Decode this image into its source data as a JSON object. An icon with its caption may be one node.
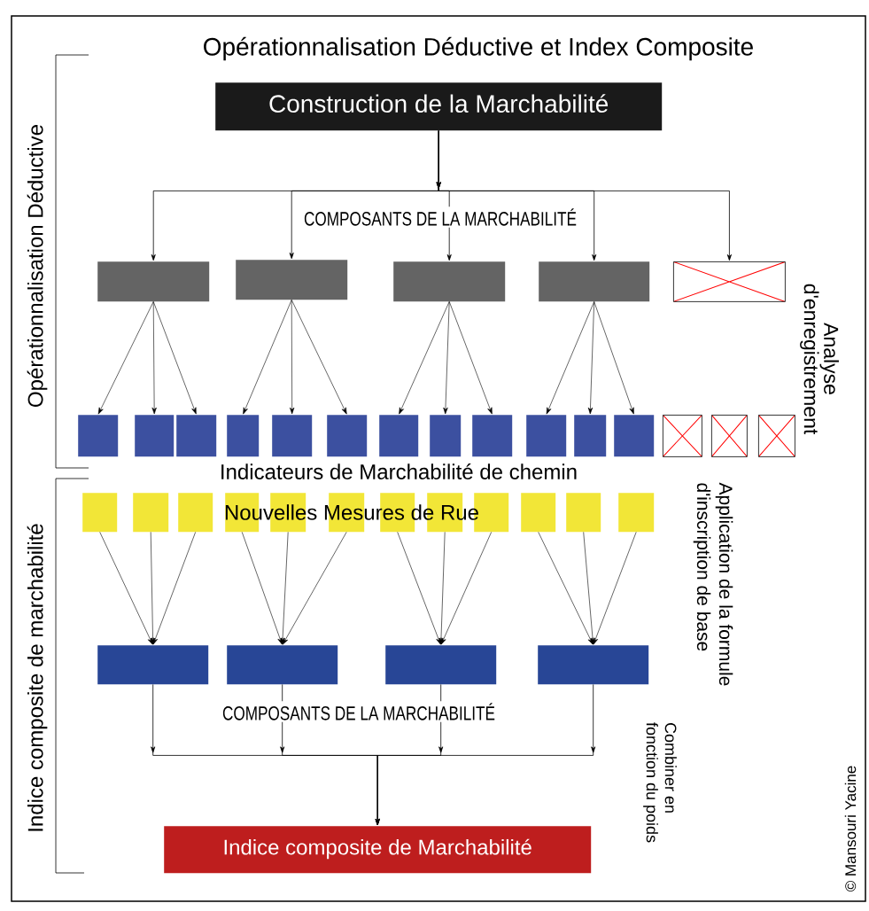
{
  "diagram": {
    "title": "Opérationnalisation Déductive et Index Composite",
    "nodes": [
      {
        "text": [
          "Construction de la Marchabilité"
        ]
      },
      {
        "text": [],
        "shape": "box"
      },
      {
        "text": [],
        "shape": "box"
      },
      {
        "text": [],
        "shape": "box"
      },
      {
        "text": [],
        "shape": "box"
      },
      {
        "text": [],
        "shape": "box"
      },
      {
        "text": [],
        "shape": "box"
      },
      {
        "text": [],
        "shape": "box"
      },
      {
        "text": [],
        "shape": "box"
      },
      {
        "text": [],
        "shape": "box"
      },
      {
        "text": [],
        "shape": "box"
      },
      {
        "text": [],
        "shape": "box"
      },
      {
        "text": [],
        "shape": "box"
      },
      {
        "text": [],
        "shape": "box"
      },
      {
        "text": [],
        "shape": "box"
      },
      {
        "text": [],
        "shape": "box"
      },
      {
        "text": [],
        "shape": "box"
      },
      {
        "text": [],
        "shape": "box"
      },
      {
        "text": [],
        "shape": "box"
      },
      {
        "text": [],
        "shape": "box"
      },
      {
        "text": [],
        "shape": "box"
      },
      {
        "text": [],
        "shape": "box"
      },
      {
        "text": [],
        "shape": "box"
      },
      {
        "text": [],
        "shape": "box"
      },
      {
        "text": [],
        "shape": "box"
      },
      {
        "text": [],
        "shape": "box"
      },
      {
        "text": [],
        "shape": "box"
      },
      {
        "text": [],
        "shape": "box"
      },
      {
        "text": [],
        "shape": "box"
      },
      {
        "text": [],
        "shape": "box"
      },
      {
        "text": [],
        "shape": "box"
      },
      {
        "text": [],
        "shape": "box"
      },
      {
        "text": [],
        "shape": "box"
      },
      {
        "text": [],
        "shape": "box"
      },
      {
        "text": [],
        "shape": "box"
      },
      {
        "text": [],
        "shape": "box"
      },
      {
        "text": [],
        "shape": "box"
      },
      {
        "text": [
          "Indice composite de Marchabilité"
        ]
      }
    ],
    "edges": [
      {
        "from": 0,
        "to": 1,
        "arrow": "to"
      },
      {
        "from": 0,
        "to": 2,
        "arrow": "to"
      },
      {
        "from": 0,
        "to": 3,
        "arrow": "to"
      },
      {
        "from": 0,
        "to": 4,
        "arrow": "to"
      },
      {
        "from": 0,
        "to": 5,
        "arrow": "to"
      },
      {
        "from": 1,
        "to": 6,
        "arrow": "to"
      },
      {
        "from": 1,
        "to": 7,
        "arrow": "to"
      },
      {
        "from": 1,
        "to": 8,
        "arrow": "to"
      },
      {
        "from": 2,
        "to": 9,
        "arrow": "to"
      },
      {
        "from": 2,
        "to": 10,
        "arrow": "to"
      },
      {
        "from": 2,
        "to": 11,
        "arrow": "to"
      },
      {
        "from": 3,
        "to": 12,
        "arrow": "to"
      },
      {
        "from": 3,
        "to": 13,
        "arrow": "to"
      },
      {
        "from": 3,
        "to": 14,
        "arrow": "to"
      },
      {
        "from": 4,
        "to": 15,
        "arrow": "to"
      },
      {
        "from": 4,
        "to": 16,
        "arrow": "to"
      },
      {
        "from": 4,
        "to": 17,
        "arrow": "to"
      },
      {
        "from": 21,
        "to": 33,
        "arrow": "to"
      },
      {
        "from": 22,
        "to": 33,
        "arrow": "to"
      },
      {
        "from": 23,
        "to": 33,
        "arrow": "to"
      },
      {
        "from": 24,
        "to": 34,
        "arrow": "to"
      },
      {
        "from": 25,
        "to": 34,
        "arrow": "to"
      },
      {
        "from": 26,
        "to": 34,
        "arrow": "to"
      },
      {
        "from": 27,
        "to": 35,
        "arrow": "to"
      },
      {
        "from": 28,
        "to": 35,
        "arrow": "to"
      },
      {
        "from": 29,
        "to": 35,
        "arrow": "to"
      },
      {
        "from": 30,
        "to": 36,
        "arrow": "to"
      },
      {
        "from": 31,
        "to": 36,
        "arrow": "to"
      },
      {
        "from": 32,
        "to": 36,
        "arrow": "to"
      },
      {
        "from": 33,
        "to": 37,
        "arrow": "to"
      },
      {
        "from": 34,
        "to": 37,
        "arrow": "to"
      },
      {
        "from": 35,
        "to": 37,
        "arrow": "to"
      },
      {
        "from": 36,
        "to": 37,
        "arrow": "to"
      }
    ],
    "labels": [
      "COMPOSANTS DE LA MARCHABILITÉ",
      "Indicateurs de Marchabilité de chemin",
      "Nouvelles Mesures de Rue",
      "COMPOSANTS DE LA MARCHABILITÉ",
      "Opérationnalisation Déductive",
      "Indice composite de marchabilité",
      "Analyse d'enregistrement",
      "Application de la formule d'inscription de base",
      "Combiner en fonction du poids",
      "© Mansouri Yacine"
    ]
  }
}
